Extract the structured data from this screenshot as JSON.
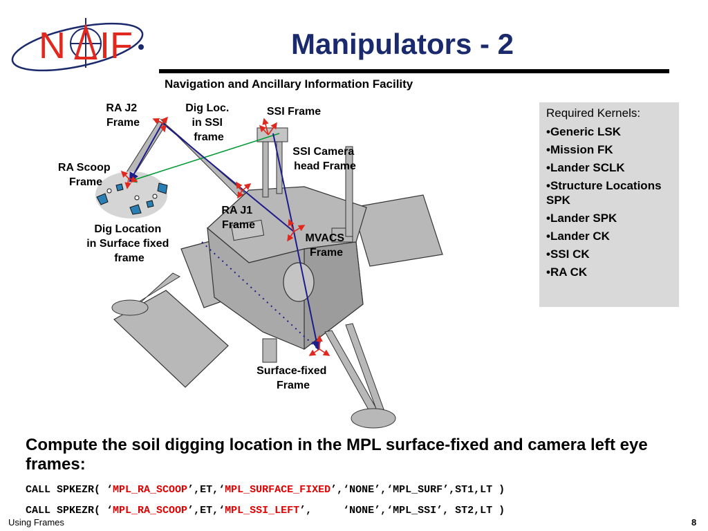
{
  "logo": {
    "text_left": "N",
    "text_right": "IF",
    "colors": {
      "letters": "#e0281e",
      "orbit": "#1a2a6c"
    }
  },
  "header": {
    "title": "Manipulators - 2",
    "subtitle": "Navigation and Ancillary Information Facility"
  },
  "diagram": {
    "labels": {
      "ra_j2": [
        "RA J2",
        "Frame"
      ],
      "dig_loc_ssi": [
        "Dig Loc.",
        "in SSI",
        "frame"
      ],
      "ssi_frame": [
        "SSI Frame"
      ],
      "ssi_camera_head": [
        "SSI Camera",
        "head Frame"
      ],
      "ra_scoop": [
        "RA Scoop",
        "Frame"
      ],
      "ra_j1": [
        "RA J1",
        "Frame"
      ],
      "dig_location_surface": [
        "Dig Location",
        "in Surface fixed",
        "frame"
      ],
      "mvacs": [
        "MVACS",
        "Frame"
      ],
      "surface_fixed": [
        "Surface-fixed",
        "Frame"
      ]
    },
    "colors": {
      "frame_axes": "#e0281e",
      "vector_blue": "#1c1c8a",
      "vector_green": "#009933",
      "lander_body": "#b8b8b8"
    }
  },
  "kernels": {
    "heading": "Required Kernels:",
    "items": [
      "•Generic LSK",
      "•Mission FK",
      "•Lander SCLK",
      "•Structure Locations SPK",
      "•Lander SPK",
      "•Lander CK",
      "•SSI CK",
      "•RA CK"
    ]
  },
  "caption": "Compute the soil digging location in the MPL surface-fixed and camera left eye frames:",
  "code": {
    "line1": {
      "prefix": "CALL SPKEZR( ‘",
      "target": "MPL_RA_SCOOP",
      "mid": "’,ET,‘",
      "frame": "MPL_SURFACE_FIXED",
      "suffix": "’,‘NONE’,‘MPL_SURF’,ST1,LT )"
    },
    "line2": {
      "prefix": "CALL SPKEZR( ‘",
      "target": "MPL_RA_SCOOP",
      "mid": "’,ET,‘",
      "frame": "MPL_SSI_LEFT",
      "suffix": "’,     ‘NONE’,‘MPL_SSI’, ST2,LT )"
    }
  },
  "footer": {
    "left": "Using Frames",
    "page": "8"
  }
}
